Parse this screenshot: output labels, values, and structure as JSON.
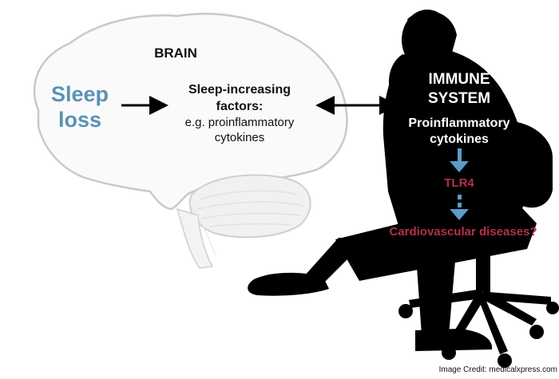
{
  "colors": {
    "sleep_loss": "#5b93b3",
    "arrow_blue": "#5b9bc7",
    "disease_red": "#b5304a",
    "silhouette": "#000000",
    "brain_outline": "#c9c9c9"
  },
  "brain": {
    "title": "BRAIN",
    "sleep_loss": "Sleep loss",
    "factors_title": "Sleep-increasing factors:",
    "factors_body": "e.g. proinflammatory cytokines"
  },
  "immune": {
    "title": "IMMUNE SYSTEM",
    "cytokines": "Proinflammatory cytokines",
    "tlr4": "TLR4",
    "diseases": "Cardiovascular diseases?"
  },
  "credit": "Image Credit: medicalxpress.com"
}
